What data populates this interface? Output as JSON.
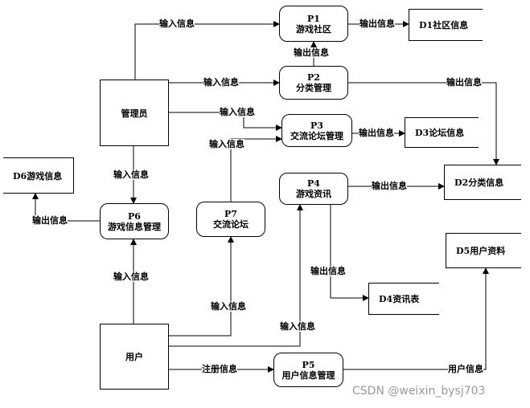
{
  "entities": {
    "admin": "管理员",
    "user": "用户"
  },
  "processes": {
    "p1": {
      "id": "P1",
      "name": "游戏社区"
    },
    "p2": {
      "id": "P2",
      "name": "分类管理"
    },
    "p3": {
      "id": "P3",
      "name": "交流论坛管理"
    },
    "p4": {
      "id": "P4",
      "name": "游戏资讯"
    },
    "p5": {
      "id": "P5",
      "name": "用户信息管理"
    },
    "p6": {
      "id": "P6",
      "name": "游戏信息管理"
    },
    "p7": {
      "id": "P7",
      "name": "交流论坛"
    }
  },
  "stores": {
    "d1": "D1社区信息",
    "d2": "D2分类信息",
    "d3": "D3论坛信息",
    "d4": "D4资讯表",
    "d5": "D5用户资料",
    "d6": "D6游戏信息"
  },
  "flows": {
    "admin_p1": "输入信息",
    "admin_p2": "输入信息",
    "admin_p3": "输入信息",
    "admin_p6": "输入信息",
    "p1_d1": "输出信息",
    "p2_p1": "输出信息",
    "p2_d2": "输出信息",
    "p3_d3": "输出信息",
    "p7_p3": "输入信息",
    "p4_d2": "输出信息",
    "p4_d4": "输出信息",
    "p6_d6": "输出信息",
    "user_p6": "输入信息",
    "user_p7": "输入信息",
    "user_p4": "输入信息",
    "user_p5": "注册信息",
    "p5_d5": "用户信息"
  },
  "watermark": "CSDN @weixin_bysj703"
}
